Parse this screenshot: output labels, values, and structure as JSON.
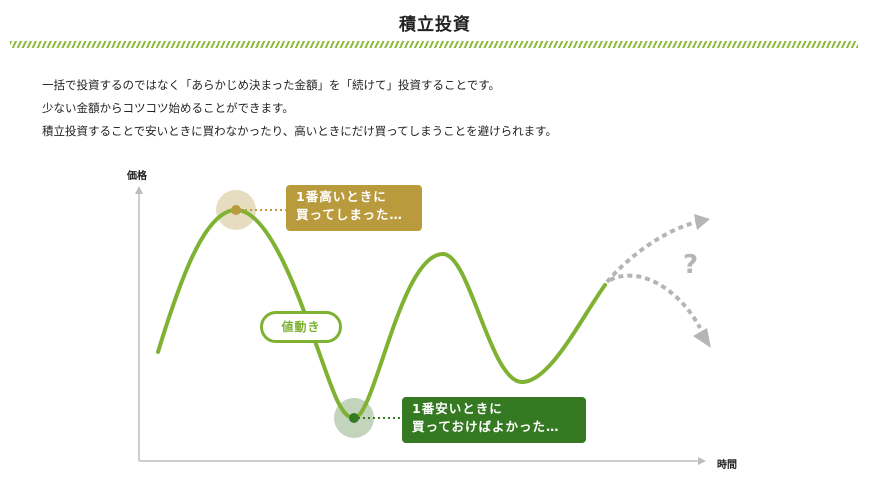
{
  "header": {
    "title": "積立投資"
  },
  "description": {
    "lines": [
      "一括で投資するのではなく「あらかじめ決まった金額」を「続けて」投資することです。",
      "少ない金額からコツコツ始めることができます。",
      "積立投資することで安いときに買わなかったり、高いときにだけ買ってしまうことを避けられます。"
    ]
  },
  "diagram": {
    "y_axis_label": "価格",
    "x_axis_label": "時間",
    "curve_label": "値動き",
    "high_callout": {
      "line1": "1番高いときに",
      "line2": "買ってしまった…"
    },
    "low_callout": {
      "line1": "1番安いときに",
      "line2": "買っておけばよかった…"
    },
    "future_symbol": "?",
    "colors": {
      "curve": "#7fb232",
      "high": "#b99a3c",
      "high_halo": "#e6dcc0",
      "low": "#357a22",
      "low_halo": "#c3d4bd",
      "axis": "#bdbdbd",
      "future": "#b5b5b5",
      "stripe": "#8dbb3b"
    }
  }
}
